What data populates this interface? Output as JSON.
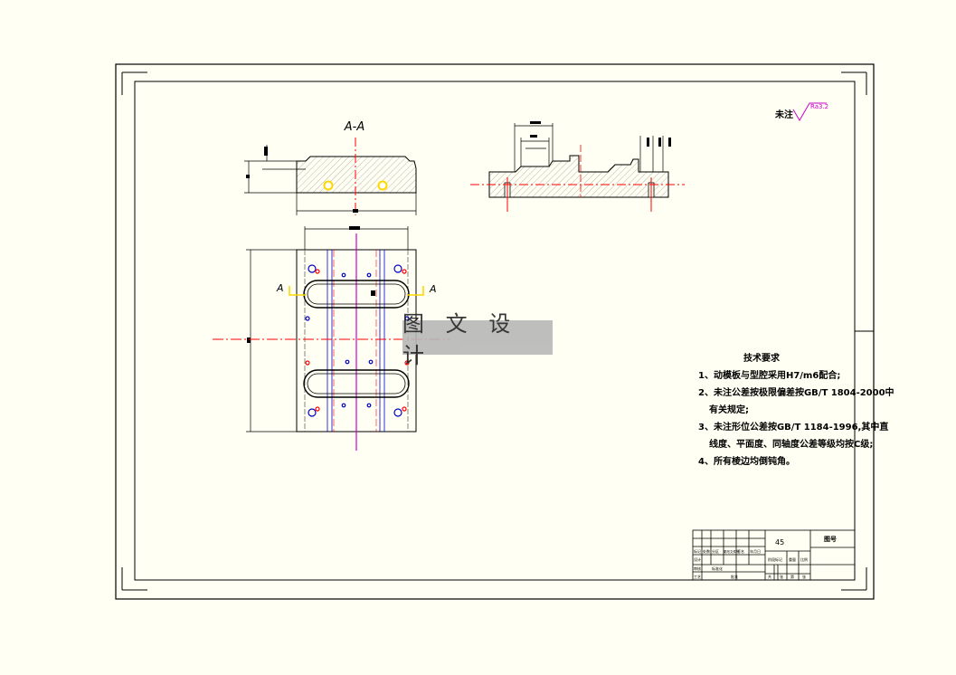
{
  "section_label": "A-A",
  "cut_mark_left": "A",
  "cut_mark_right": "A",
  "surface_note": "未注",
  "roughness_value": "Ra3.2",
  "watermark": "图 文 设 计",
  "tech_requirements": {
    "title": "技术要求",
    "items": [
      "1、动模板与型腔采用H7/m6配合;",
      "2、未注公差按极限偏差按GB/T 1804-2000中",
      "有关规定;",
      "3、未注形位公差按GB/T 1184-1996,其中直",
      "线度、平面度、同轴度公差等级均按C级;",
      "4、所有棱边均倒钝角。"
    ]
  },
  "title_block": {
    "material": "45",
    "drawing_no": "图号",
    "row_labels": [
      "标记",
      "设计",
      "审核",
      "工艺"
    ],
    "col_labels": [
      "处数",
      "分区",
      "更改文件号",
      "签名",
      "年月日"
    ],
    "scale_labels": [
      "阶段标记",
      "重量",
      "比例"
    ],
    "misc": [
      "标准化",
      "批准",
      "共",
      "张",
      "第",
      "张"
    ]
  },
  "colors": {
    "line": "#000000",
    "centerline": "#ff0000",
    "axis": "#cc00cc",
    "blue": "#0000cc",
    "hole": "#ffd700",
    "background": "#fffff3"
  }
}
